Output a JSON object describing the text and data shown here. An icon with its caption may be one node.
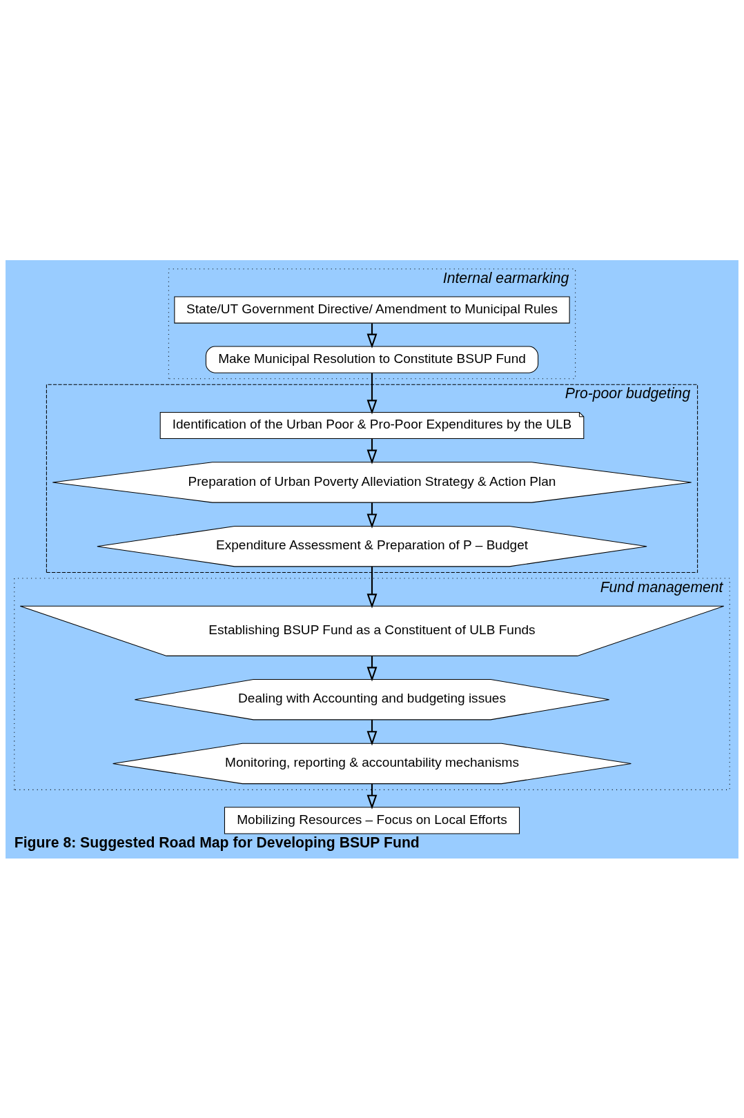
{
  "diagram": {
    "caption": "Figure 8: Suggested Road Map for Developing BSUP Fund",
    "nodes": [
      {
        "text": [
          "Internal earmarking"
        ]
      },
      {
        "text": [
          "State/UT Government Directive/ Amendment to Municipal Rules"
        ],
        "in": 0
      },
      {
        "text": [
          "Make Municipal Resolution to Constitute BSUP Fund"
        ],
        "in": 0
      },
      {
        "text": [
          "Pro-poor budgeting"
        ]
      },
      {
        "text": [
          "Identification of the Urban Poor & Pro-Poor Expenditures by the ULB"
        ],
        "in": 3
      },
      {
        "text": [
          "Preparation of Urban Poverty Alleviation Strategy & Action Plan"
        ],
        "in": 3
      },
      {
        "text": [
          "Expenditure Assessment & Preparation of P – Budget"
        ],
        "in": 3
      },
      {
        "text": [
          "Fund management"
        ]
      },
      {
        "text": [
          "Establishing BSUP Fund as a Constituent of ULB Funds"
        ],
        "in": 7
      },
      {
        "text": [
          "Dealing with Accounting and budgeting issues"
        ],
        "in": 7
      },
      {
        "text": [
          "Monitoring, reporting & accountability mechanisms"
        ],
        "in": 7
      },
      {
        "text": [
          "Mobilizing Resources – Focus on Local Efforts"
        ]
      }
    ],
    "edges": [
      {
        "from": 1,
        "to": 2,
        "arrow": "to"
      },
      {
        "from": 2,
        "to": 4,
        "arrow": "to"
      },
      {
        "from": 4,
        "to": 5,
        "arrow": "to"
      },
      {
        "from": 5,
        "to": 6,
        "arrow": "to"
      },
      {
        "from": 6,
        "to": 8,
        "arrow": "to"
      },
      {
        "from": 8,
        "to": 9,
        "arrow": "to"
      },
      {
        "from": 9,
        "to": 10,
        "arrow": "to"
      },
      {
        "from": 10,
        "to": 11,
        "arrow": "to"
      }
    ]
  }
}
